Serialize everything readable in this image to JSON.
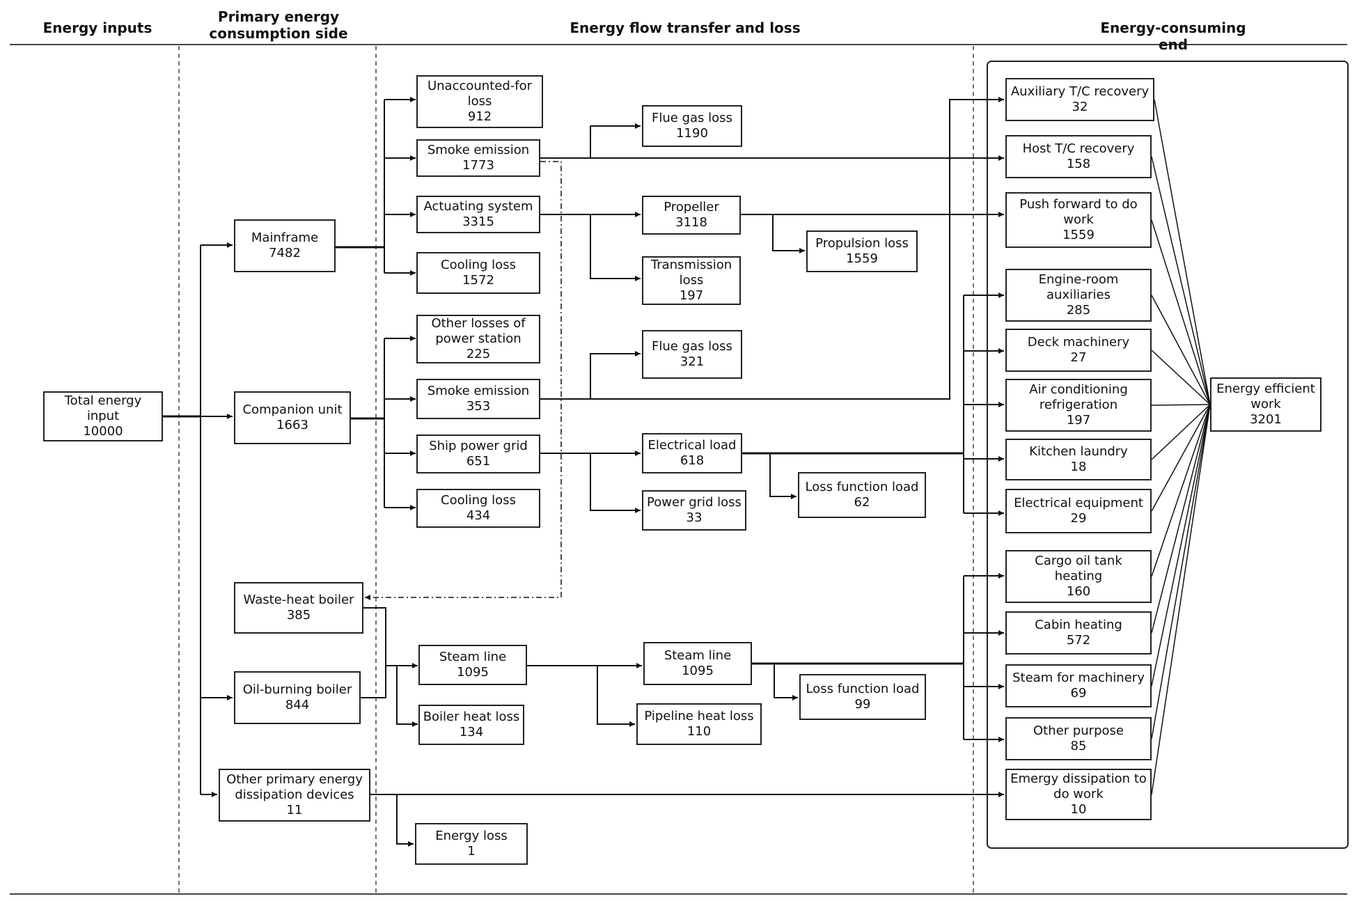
{
  "headers": {
    "energy_inputs": "Energy inputs",
    "primary_side_line1": "Primary energy",
    "primary_side_line2": "consumption side",
    "transfer_loss": "Energy flow transfer and loss",
    "consuming_end": "Energy-consuming end"
  },
  "nodes": {
    "total": {
      "label": "Total energy input",
      "value": "10000"
    },
    "mainframe": {
      "label": "Mainframe",
      "value": "7482"
    },
    "companion": {
      "label": "Companion unit",
      "value": "1663"
    },
    "waste_heat_boiler": {
      "label": "Waste-heat boiler",
      "value": "385"
    },
    "oil_boiler": {
      "label": "Oil-burning boiler",
      "value": "844"
    },
    "other_primary": {
      "label": "Other primary energy dissipation devices",
      "value": "11"
    },
    "unaccounted": {
      "label": "Unaccounted-for loss",
      "value": "912"
    },
    "smoke1": {
      "label": "Smoke emission",
      "value": "1773"
    },
    "actuating": {
      "label": "Actuating system",
      "value": "3315"
    },
    "cooling1": {
      "label": "Cooling loss",
      "value": "1572"
    },
    "other_losses_ps": {
      "label": "Other losses of power station",
      "value": "225"
    },
    "smoke2": {
      "label": "Smoke emission",
      "value": "353"
    },
    "ship_grid": {
      "label": "Ship power grid",
      "value": "651"
    },
    "cooling2": {
      "label": "Cooling loss",
      "value": "434"
    },
    "steam_line1": {
      "label": "Steam line",
      "value": "1095"
    },
    "boiler_heat_loss": {
      "label": "Boiler heat loss",
      "value": "134"
    },
    "energy_loss": {
      "label": "Energy loss",
      "value": "1"
    },
    "flue1": {
      "label": "Flue gas loss",
      "value": "1190"
    },
    "propeller": {
      "label": "Propeller",
      "value": "3118"
    },
    "transmission": {
      "label": "Transmission loss",
      "value": "197"
    },
    "propulsion_loss": {
      "label": "Propulsion loss",
      "value": "1559"
    },
    "flue2": {
      "label": "Flue gas loss",
      "value": "321"
    },
    "electrical_load": {
      "label": "Electrical load",
      "value": "618"
    },
    "power_grid_loss": {
      "label": "Power grid loss",
      "value": "33"
    },
    "loss_function_load1": {
      "label": "Loss function load",
      "value": "62"
    },
    "steam_line2": {
      "label": "Steam line",
      "value": "1095"
    },
    "pipeline_heat_loss": {
      "label": "Pipeline heat loss",
      "value": "110"
    },
    "loss_function_load2": {
      "label": "Loss function load",
      "value": "99"
    },
    "aux_tc": {
      "label": "Auxiliary T/C recovery",
      "value": "32"
    },
    "host_tc": {
      "label": "Host T/C recovery",
      "value": "158"
    },
    "push_forward": {
      "label": "Push forward to do work",
      "value": "1559"
    },
    "engine_room": {
      "label": "Engine-room auxiliaries",
      "value": "285"
    },
    "deck": {
      "label": "Deck machinery",
      "value": "27"
    },
    "aircon": {
      "label": "Air conditioning refrigeration",
      "value": "197"
    },
    "kitchen": {
      "label": "Kitchen laundry",
      "value": "18"
    },
    "elec_equip": {
      "label": "Electrical equipment",
      "value": "29"
    },
    "cargo_oil": {
      "label": "Cargo oil tank heating",
      "value": "160"
    },
    "cabin_heating": {
      "label": "Cabin heating",
      "value": "572"
    },
    "steam_machinery": {
      "label": "Steam for machinery",
      "value": "69"
    },
    "other_purpose": {
      "label": "Other purpose",
      "value": "85"
    },
    "emergy": {
      "label": "Emergy dissipation to do work",
      "value": "10"
    },
    "efficient_work": {
      "label": "Energy efficient work",
      "value": "3201"
    }
  },
  "edges": [
    [
      "total",
      "mainframe"
    ],
    [
      "total",
      "companion"
    ],
    [
      "total",
      "oil_boiler"
    ],
    [
      "total",
      "other_primary"
    ],
    [
      "mainframe",
      "unaccounted"
    ],
    [
      "mainframe",
      "smoke1"
    ],
    [
      "mainframe",
      "actuating"
    ],
    [
      "mainframe",
      "cooling1"
    ],
    [
      "companion",
      "other_losses_ps"
    ],
    [
      "companion",
      "smoke2"
    ],
    [
      "companion",
      "ship_grid"
    ],
    [
      "companion",
      "cooling2"
    ],
    [
      "smoke1",
      "flue1"
    ],
    [
      "smoke1",
      "host_tc"
    ],
    [
      "smoke1",
      "waste_heat_boiler"
    ],
    [
      "actuating",
      "propeller"
    ],
    [
      "actuating",
      "transmission"
    ],
    [
      "propeller",
      "push_forward"
    ],
    [
      "propeller",
      "propulsion_loss"
    ],
    [
      "smoke2",
      "flue2"
    ],
    [
      "smoke2",
      "aux_tc"
    ],
    [
      "ship_grid",
      "electrical_load"
    ],
    [
      "ship_grid",
      "power_grid_loss"
    ],
    [
      "electrical_load",
      "loss_function_load1"
    ],
    [
      "electrical_load",
      "engine_room"
    ],
    [
      "electrical_load",
      "deck"
    ],
    [
      "electrical_load",
      "aircon"
    ],
    [
      "electrical_load",
      "kitchen"
    ],
    [
      "electrical_load",
      "elec_equip"
    ],
    [
      "waste_heat_boiler",
      "steam_line1"
    ],
    [
      "oil_boiler",
      "steam_line1"
    ],
    [
      "oil_boiler",
      "boiler_heat_loss"
    ],
    [
      "steam_line1",
      "steam_line2"
    ],
    [
      "steam_line1",
      "pipeline_heat_loss"
    ],
    [
      "steam_line2",
      "loss_function_load2"
    ],
    [
      "steam_line2",
      "cargo_oil"
    ],
    [
      "steam_line2",
      "cabin_heating"
    ],
    [
      "steam_line2",
      "steam_machinery"
    ],
    [
      "steam_line2",
      "other_purpose"
    ],
    [
      "other_primary",
      "emergy"
    ],
    [
      "other_primary",
      "energy_loss"
    ],
    [
      "aux_tc",
      "efficient_work"
    ],
    [
      "host_tc",
      "efficient_work"
    ],
    [
      "push_forward",
      "efficient_work"
    ],
    [
      "engine_room",
      "efficient_work"
    ],
    [
      "deck",
      "efficient_work"
    ],
    [
      "aircon",
      "efficient_work"
    ],
    [
      "kitchen",
      "efficient_work"
    ],
    [
      "elec_equip",
      "efficient_work"
    ],
    [
      "cargo_oil",
      "efficient_work"
    ],
    [
      "cabin_heating",
      "efficient_work"
    ],
    [
      "steam_machinery",
      "efficient_work"
    ],
    [
      "other_purpose",
      "efficient_work"
    ],
    [
      "emergy",
      "efficient_work"
    ]
  ]
}
